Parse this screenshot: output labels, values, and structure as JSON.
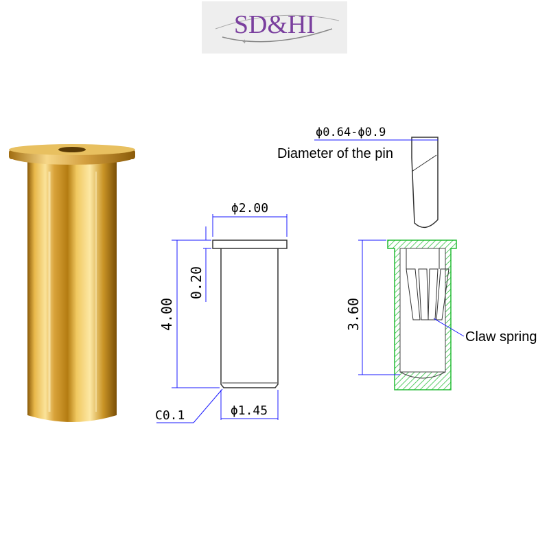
{
  "logo": {
    "text": "SD&HI",
    "color": "#7a3f9e"
  },
  "colors": {
    "dimension": "#1a1aff",
    "hatch": "#22bb33",
    "gold_light": "#f3d27a",
    "gold_dark": "#8a5a08"
  },
  "part_drawing": {
    "flange_diameter": "ϕ2.00",
    "flange_thickness": "0.20",
    "length": "4.00",
    "chamfer": "C0.1",
    "body_diameter": "ϕ1.45"
  },
  "section_drawing": {
    "pin_diameter_range": "ϕ0.64-ϕ0.9",
    "pin_label": "Diameter of the pin",
    "depth": "3.60",
    "claw_label": "Claw spring"
  }
}
